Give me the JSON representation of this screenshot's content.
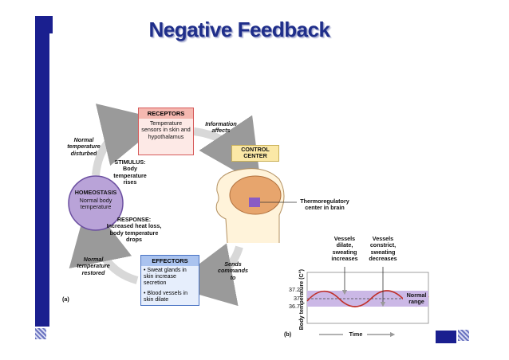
{
  "title": "Negative Feedback",
  "receptors": {
    "header": "RECEPTORS",
    "text": "Temperature sensors in skin and hypothalamus"
  },
  "control_center": {
    "header": "CONTROL CENTER"
  },
  "effectors": {
    "header": "EFFECTORS",
    "items": [
      "• Sweat glands in skin increase secretion",
      "• Blood vessels in skin dilate"
    ]
  },
  "homeostasis": {
    "header": "HOMEOSTASIS",
    "text": "Normal body temperature"
  },
  "labels": {
    "normal_disturbed": "Normal temperature disturbed",
    "stimulus": "STIMULUS: Body temperature rises",
    "response": "RESPONSE: Increased heat loss, body temperature drops",
    "normal_restored": "Normal temperature restored",
    "info_affects": "Information affects",
    "sends_commands": "Sends commands to",
    "thermoregulatory": "Thermoregulatory center in brain",
    "panel_a": "(a)",
    "panel_b": "(b)"
  },
  "graph": {
    "vessels_dilate": "Vessels dilate, sweating increases",
    "vessels_constrict": "Vessels constrict, sweating decreases",
    "y_axis": "Body temperature (C°)",
    "ticks": [
      "37.2",
      "37",
      "36.7"
    ],
    "normal_range": "Normal range",
    "x_axis": "Time"
  },
  "colors": {
    "title": "#1f2e8a",
    "receptor_border": "#d65a5a",
    "effector_border": "#4a74c4",
    "homeostasis_fill": "#b9a3d8",
    "range_fill": "#cbb8e6",
    "curve": "#c0312b"
  }
}
